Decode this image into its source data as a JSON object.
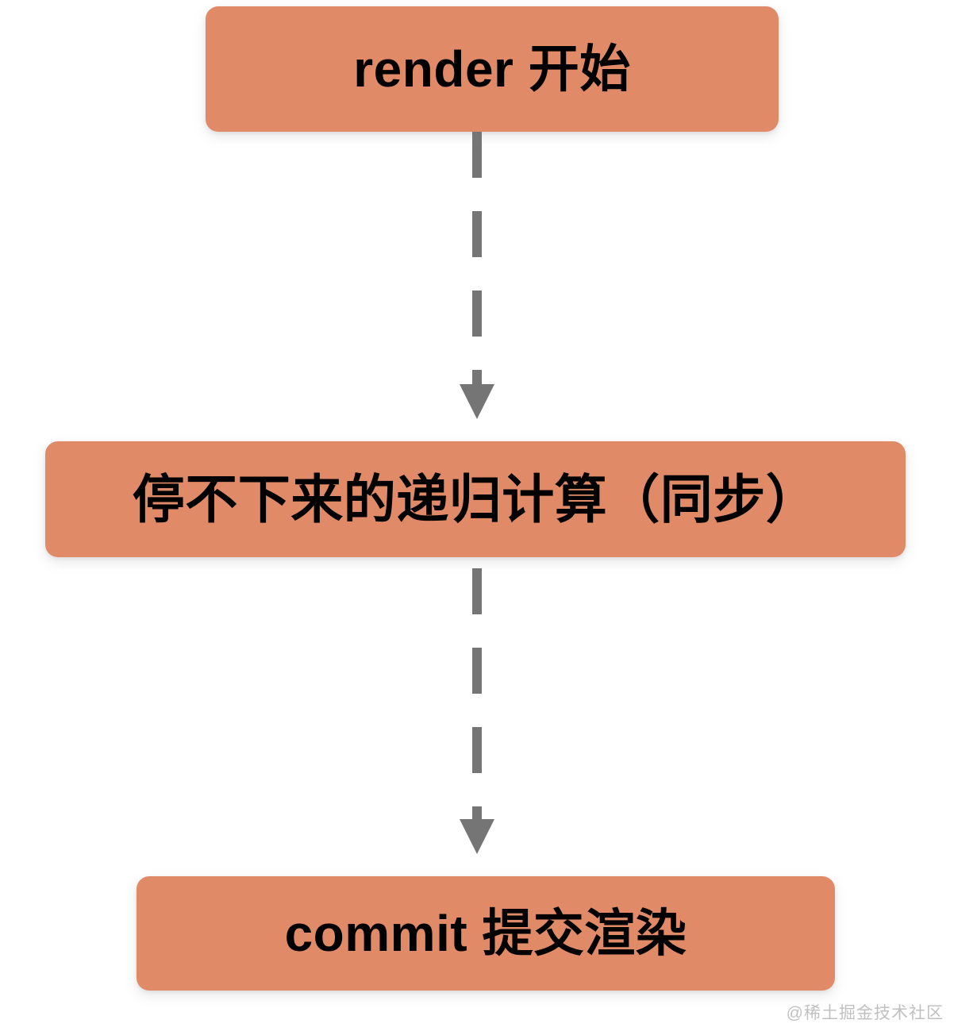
{
  "diagram": {
    "type": "flowchart",
    "orientation": "vertical",
    "background_color": "#ffffff",
    "node_fill_color": "#e18a68",
    "node_text_color": "#000000",
    "connector_color": "#757575",
    "nodes": [
      {
        "id": "render-start",
        "label": "render 开始"
      },
      {
        "id": "recursion",
        "label": "停不下来的递归计算（同步）"
      },
      {
        "id": "commit",
        "label": "commit 提交渲染"
      }
    ],
    "connectors": [
      {
        "id": "connector-1",
        "from": "render-start",
        "to": "recursion",
        "style": "dashed",
        "arrow": "down-triangle",
        "dash_count": 4
      },
      {
        "id": "connector-2",
        "from": "recursion",
        "to": "commit",
        "style": "dashed",
        "arrow": "down-triangle",
        "dash_count": 4
      }
    ]
  },
  "watermark": {
    "text": "@稀土掘金技术社区"
  }
}
